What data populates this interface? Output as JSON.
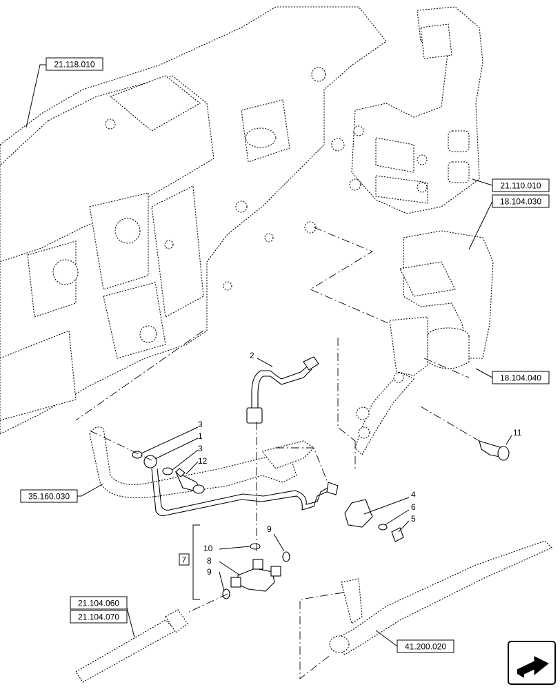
{
  "references": [
    {
      "id": "ref-21-118-010",
      "text": "21.118.010"
    },
    {
      "id": "ref-21-110-010",
      "text": "21.110.010"
    },
    {
      "id": "ref-18-104-030",
      "text": "18.104.030"
    },
    {
      "id": "ref-18-104-040",
      "text": "18.104.040"
    },
    {
      "id": "ref-35-160-030",
      "text": "35.160.030"
    },
    {
      "id": "ref-21-104-060",
      "text": "21.104.060"
    },
    {
      "id": "ref-21-104-070",
      "text": "21.104.070"
    },
    {
      "id": "ref-41-200-020",
      "text": "41.200.020"
    }
  ],
  "callouts": {
    "c1": "1",
    "c2": "2",
    "c3a": "3",
    "c3b": "3",
    "c4": "4",
    "c5": "5",
    "c6": "6",
    "c7": "7",
    "c8": "8",
    "c9a": "9",
    "c9b": "9",
    "c10": "10",
    "c11": "11",
    "c12": "12"
  },
  "nav_icon": "next-page-arrow-icon"
}
